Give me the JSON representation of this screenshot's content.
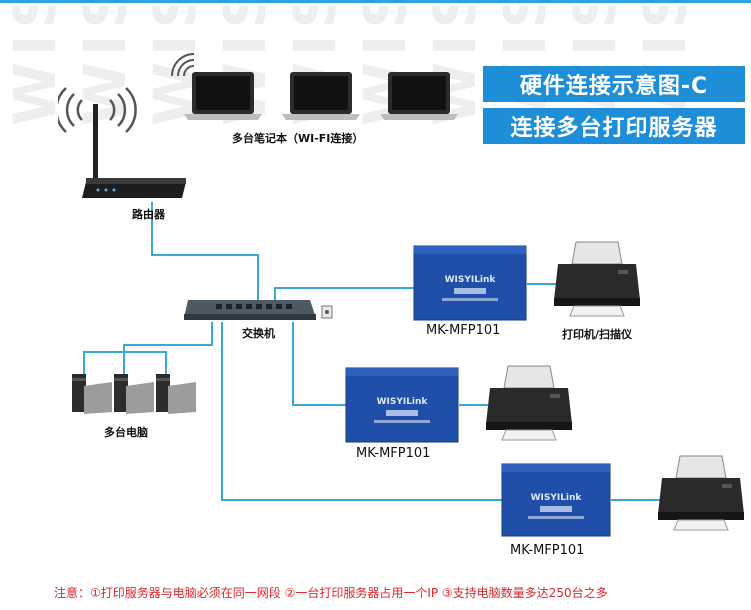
{
  "title": {
    "line1": "硬件连接示意图-C",
    "line2": "连接多台打印服务器"
  },
  "labels": {
    "laptops": "多台笔记本（WI-FI连接）",
    "router": "路由器",
    "switch": "交换机",
    "computers": "多台电脑",
    "printer": "打印机/扫描仪"
  },
  "servers": [
    {
      "model": "MK-MFP101",
      "brand": "WISYILink"
    },
    {
      "model": "MK-MFP101",
      "brand": "WISYILink"
    },
    {
      "model": "MK-MFP101",
      "brand": "WISYILink"
    }
  ],
  "footer_note": "注意：①打印服务器与电脑必须在同一网段 ②一台打印服务器占用一个IP ③支持电脑数量多达250台之多",
  "watermark_text": "WISYILINK",
  "colors": {
    "accent": "#1e8ed9",
    "cable": "#3aa8dc",
    "server_blue": "#1f4fa8",
    "note_red": "#e0262b"
  }
}
